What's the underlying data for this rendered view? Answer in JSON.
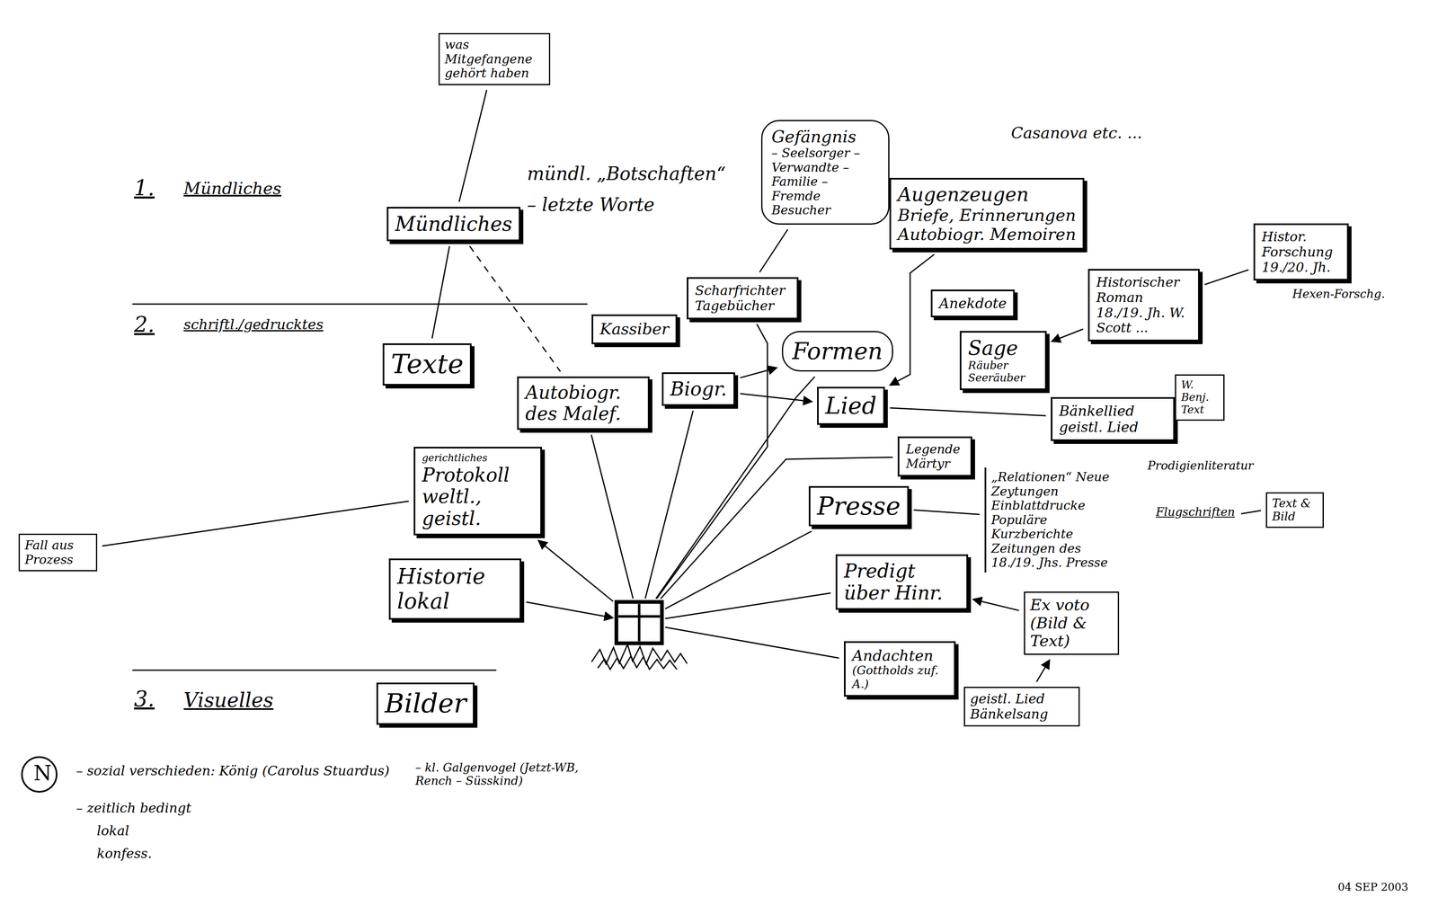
{
  "diagram": {
    "nodes": [
      {
        "text": [
          "was Mitgefangene gehört haben"
        ]
      },
      {
        "text": [
          "Mündliches"
        ]
      },
      {
        "text": [
          "Gefängnis",
          "– Seelsorger – Verwandte – Familie – Fremde",
          "Besucher"
        ]
      },
      {
        "text": [
          "Texte"
        ]
      },
      {
        "text": [
          "Kassiber"
        ]
      },
      {
        "text": [
          "Scharfrichter Tagebücher"
        ]
      },
      {
        "text": [
          "Autobiogr. des Malef."
        ]
      },
      {
        "text": [
          "Biogr."
        ]
      },
      {
        "text": [
          "Formen"
        ]
      },
      {
        "text": [
          "Lied"
        ]
      },
      {
        "text": [
          "Augenzeugen",
          "Briefe, Erinnerungen",
          "Autobiogr. Memoiren"
        ]
      },
      {
        "text": [
          "Anekdote"
        ]
      },
      {
        "text": [
          "Sage",
          "Räuber Seeräuber"
        ]
      },
      {
        "text": [
          "Historischer Roman 18./19. Jh. W. Scott ..."
        ]
      },
      {
        "text": [
          "Histor. Forschung 19./20. Jh."
        ]
      },
      {
        "text": [
          "Bänkellied geistl. Lied"
        ]
      },
      {
        "text": [
          "W. Benj. Text"
        ]
      },
      {
        "text": [
          "Legende Märtyr"
        ]
      },
      {
        "text": [
          "Presse"
        ]
      },
      {
        "text": [
          "„Relationen“ Neue Zeytungen Einblattdrucke Populäre Kurzberichte",
          "Zeitungen des 18./19. Jhs. Presse"
        ]
      },
      {
        "text": [
          "Text & Bild"
        ]
      },
      {
        "text": [
          "gerichtliches",
          "Protokoll weltl., geistl."
        ]
      },
      {
        "text": [
          "Fall aus Prozess"
        ]
      },
      {
        "text": [
          "Historie lokal"
        ]
      },
      {
        "text": [
          "Predigt über Hinr."
        ]
      },
      {
        "text": [
          "Andachten",
          "(Gottholds zuf. A.)"
        ]
      },
      {
        "text": [
          "Ex voto (Bild & Text)"
        ]
      },
      {
        "text": [
          "geistl. Lied Bänkelsang"
        ]
      },
      {
        "text": [
          "Bilder"
        ]
      }
    ],
    "edges": [
      {
        "from": 1,
        "to": 3,
        "arrow": "none"
      },
      {
        "from": 1,
        "to": 6,
        "arrow": "none"
      },
      {
        "from": 1,
        "to": 0,
        "arrow": "none"
      },
      {
        "from": 5,
        "to": 2,
        "arrow": "none"
      },
      {
        "from": 7,
        "to": 8,
        "arrow": "to"
      },
      {
        "from": 7,
        "to": 9,
        "arrow": "to"
      },
      {
        "from": 10,
        "to": 9,
        "arrow": "to"
      },
      {
        "from": 14,
        "to": 13,
        "arrow": "none"
      },
      {
        "from": 13,
        "to": 12,
        "arrow": "to"
      },
      {
        "from": 9,
        "to": 15,
        "arrow": "none"
      },
      {
        "from": 18,
        "to": 19,
        "arrow": "none"
      },
      {
        "from": 21,
        "to": 22,
        "arrow": "none"
      },
      {
        "from": 26,
        "to": 24,
        "arrow": "to"
      },
      {
        "from": 27,
        "to": 26,
        "arrow": "to"
      }
    ],
    "labels": [
      "1.",
      "Mündliches",
      "2.",
      "schriftl./gedrucktes",
      "3.",
      "Visuelles",
      "mündl. „Botschaften“",
      "– letzte Worte",
      "Casanova etc. ...",
      "Hexen-Forschg.",
      "Prodigienliteratur",
      "Flugschriften",
      "N",
      "– sozial verschieden: König (Carolus Stuardus)",
      "– kl. Galgenvogel (Jetzt-WB, Rench – Süsskind)",
      "– zeitlich bedingt",
      "lokal",
      "konfess.",
      "04 SEP 2003"
    ]
  }
}
